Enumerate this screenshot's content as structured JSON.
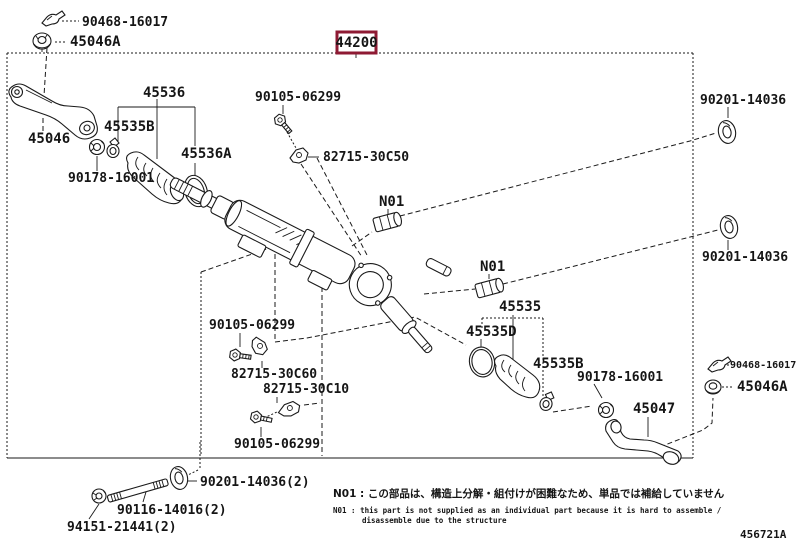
{
  "header": {
    "selected_part_number": "44200"
  },
  "figure_code": "456721A",
  "colors": {
    "highlight_border": "#8e1a33",
    "line": "#1a1a1a",
    "background": "#ffffff"
  },
  "labels": [
    {
      "id": "clip-top-left",
      "text": "90468-16017"
    },
    {
      "id": "grommet-top-left",
      "text": "45046A"
    },
    {
      "id": "selected-part",
      "text": "44200"
    },
    {
      "id": "grommet-top-right",
      "text": "90201-14036"
    },
    {
      "id": "boot-left",
      "text": "45536"
    },
    {
      "id": "clamp-left",
      "text": "45535B"
    },
    {
      "id": "pitman-arm",
      "text": "45046"
    },
    {
      "id": "ring-left",
      "text": "45536A"
    },
    {
      "id": "nut-left",
      "text": "90178-16001"
    },
    {
      "id": "bolt-top",
      "text": "90105-06299"
    },
    {
      "id": "bracket-top",
      "text": "82715-30C50"
    },
    {
      "id": "note-marker-1",
      "text": "N01"
    },
    {
      "id": "note-marker-2",
      "text": "N01"
    },
    {
      "id": "grommet-right",
      "text": "90201-14036"
    },
    {
      "id": "boot-right",
      "text": "45535"
    },
    {
      "id": "ring-right",
      "text": "45535D"
    },
    {
      "id": "clamp-right",
      "text": "45535B"
    },
    {
      "id": "nut-right",
      "text": "90178-16001"
    },
    {
      "id": "rod-end-right",
      "text": "45047"
    },
    {
      "id": "clip-right",
      "text": "90468-16017"
    },
    {
      "id": "grommet-right-lower",
      "text": "45046A"
    },
    {
      "id": "bolt-mid",
      "text": "90105-06299"
    },
    {
      "id": "bracket-mid",
      "text": "82715-30C60"
    },
    {
      "id": "bracket-low",
      "text": "82715-30C10"
    },
    {
      "id": "bolt-low",
      "text": "90105-06299"
    },
    {
      "id": "washer-bottom",
      "text": "90201-14036(2)"
    },
    {
      "id": "stud-bolt",
      "text": "90116-14016(2)"
    },
    {
      "id": "nut-bottom",
      "text": "94151-21441(2)"
    }
  ],
  "notes": {
    "ja": "N01 : この部品は、構造上分解・組付けが困難なため、単品では補給していません",
    "en1": "N01 : this part is not supplied as an individual part because it is hard to assemble /",
    "en2": "disassemble due to the structure"
  }
}
